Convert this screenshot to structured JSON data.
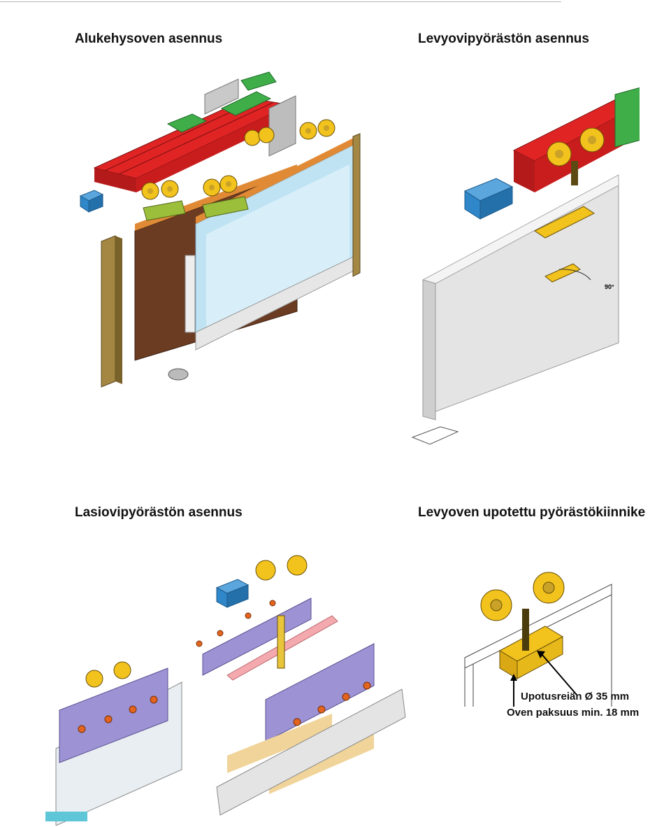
{
  "panels": {
    "frame_door": {
      "title": "Alukehysoven asennus"
    },
    "panel_door": {
      "title": "Levyovipyörästön asennus",
      "angle_label": "90°"
    },
    "glass_door": {
      "title": "Lasiovipyörästön asennus"
    },
    "recessed": {
      "title": "Levyoven upotettu pyörästökiinnike",
      "label_hole": "Upotusreiän Ø 35 mm",
      "label_thickness": "Oven paksuus min. 18 mm"
    }
  },
  "colors": {
    "rail": "#e02424",
    "bracket": "#3fae49",
    "stop_block": "#2f86c8",
    "wheel": "#f2c21d",
    "glass": "#bfe3f3",
    "wood": "#6b3b22",
    "profile": "#a48742",
    "clamp": "#9c92d4",
    "gasket": "#f0d49a",
    "door_panel": "#e4e4e4",
    "screw": "#e2641e"
  }
}
